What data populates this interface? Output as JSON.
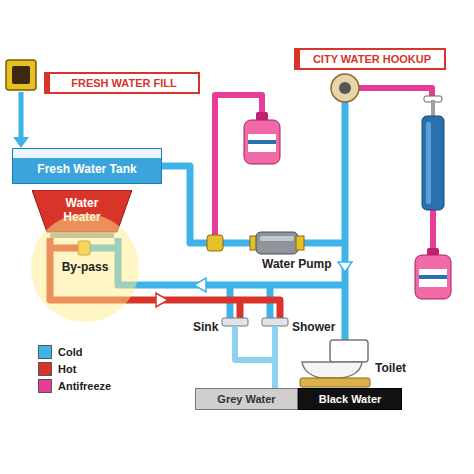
{
  "diagram": {
    "nodes": [
      {
        "text": [
          "FRESH WATER FILL"
        ]
      },
      {
        "text": [
          "CITY WATER HOOKUP"
        ]
      },
      {
        "text": [
          "Fresh Water Tank"
        ]
      },
      {
        "text": [
          "Water Heater"
        ]
      },
      {
        "text": [
          "By-pass"
        ]
      },
      {
        "text": [
          "Grey Water"
        ]
      },
      {
        "text": [
          "Black Water"
        ]
      }
    ],
    "labels": [
      "Water Pump",
      "Sink",
      "Shower",
      "Toilet"
    ],
    "legend": [
      {
        "text": "Cold",
        "color": "#3db3e8"
      },
      {
        "text": "Hot",
        "color": "#d8342a"
      },
      {
        "text": "Antifreeze",
        "color": "#e83c98"
      }
    ]
  }
}
